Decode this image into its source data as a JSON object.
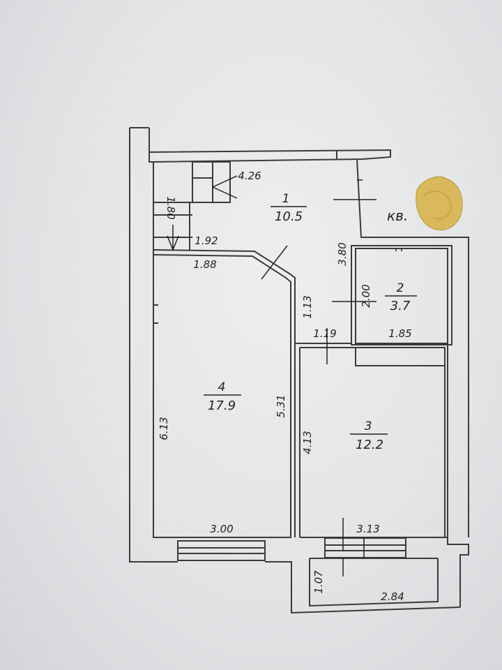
{
  "plan": {
    "apartment_label": "кв.",
    "rooms": [
      {
        "number": "1",
        "area": "10.5"
      },
      {
        "number": "2",
        "area": "3.7"
      },
      {
        "number": "3",
        "area": "12.2"
      },
      {
        "number": "4",
        "area": "17.9"
      }
    ],
    "dimensions": {
      "stair_len": "4.26",
      "stair_w": "1.80",
      "hall_small": "1.92",
      "hall_w": "1.88",
      "hall_h": "3.80",
      "bath_h": "2.00",
      "bath_w": "1.85",
      "corr_h": "1.13",
      "corr_w": "1.19",
      "room4_h": "6.13",
      "room4_h2": "5.31",
      "room4_w": "3.00",
      "room3_h": "4.13",
      "room3_w": "3.13",
      "balc_h": "1.07",
      "balc_w": "2.84"
    }
  }
}
